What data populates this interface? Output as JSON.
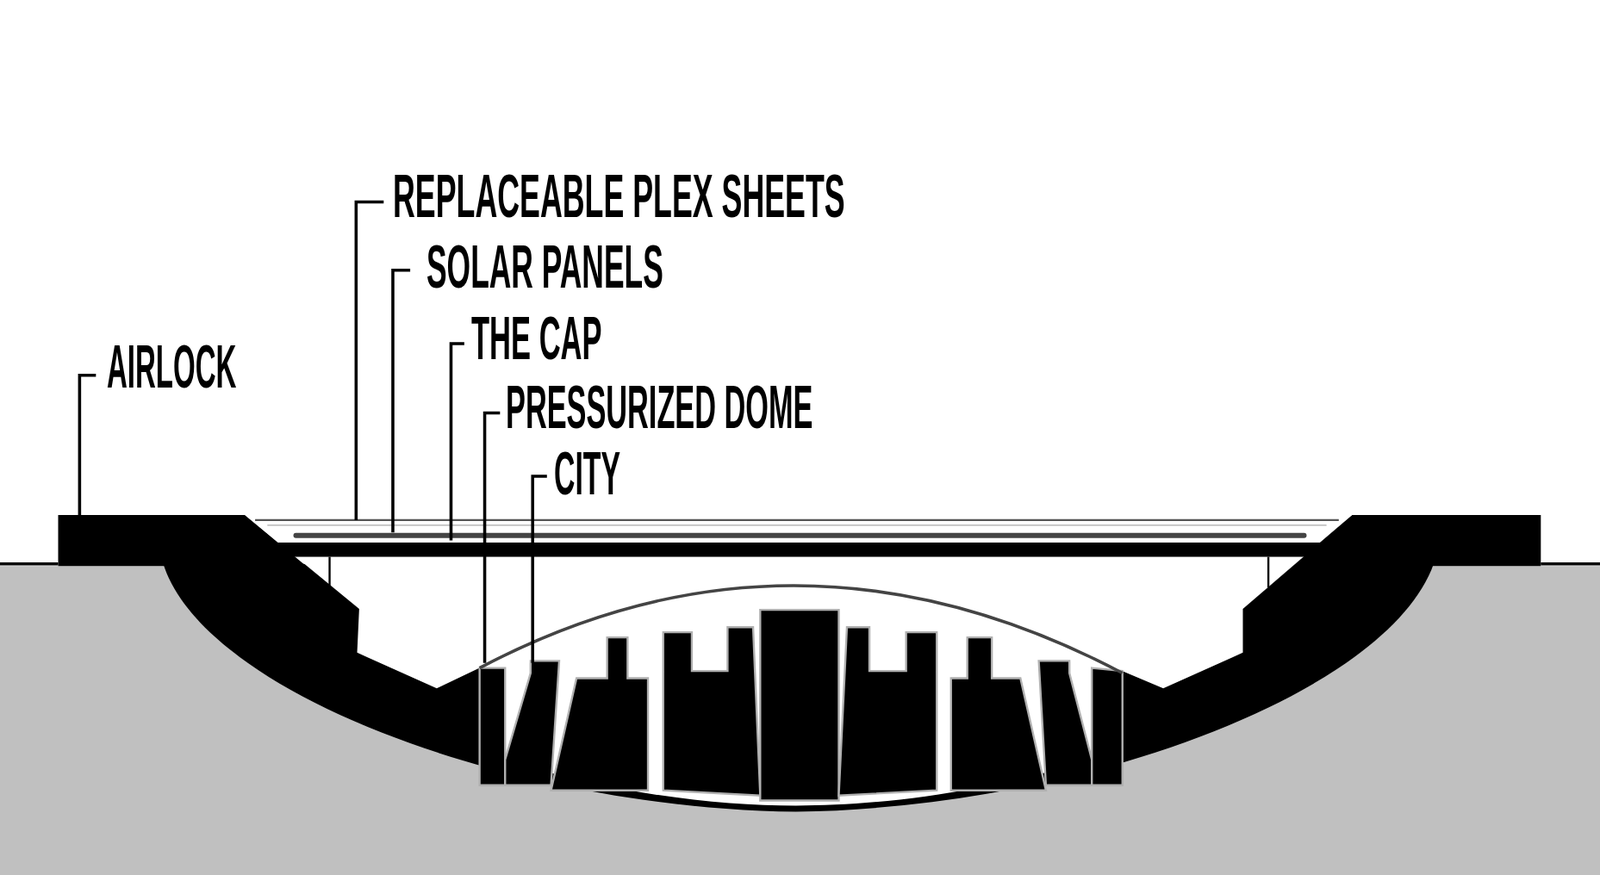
{
  "diagram": {
    "labels": [
      "REPLACEABLE PLEX SHEETS",
      "SOLAR PANELS",
      "THE CAP",
      "AIRLOCK",
      "PRESSURIZED DOME",
      "CITY"
    ]
  }
}
